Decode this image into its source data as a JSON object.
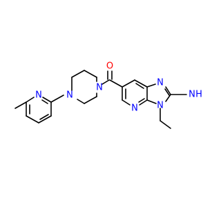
{
  "molecule": {
    "atoms": {
      "O": {
        "text": "O",
        "color": "#ff0000"
      },
      "N_pip1": {
        "text": "N",
        "color": "#0000ff"
      },
      "N_pip2": {
        "text": "N",
        "color": "#0000ff"
      },
      "N_pyr": {
        "text": "N",
        "color": "#0000ff"
      },
      "N_im1": {
        "text": "N",
        "color": "#0000ff"
      },
      "N_im3": {
        "text": "N",
        "color": "#0000ff"
      },
      "N_pyr2": {
        "text": "N",
        "color": "#0000ff"
      },
      "NH2_H": {
        "text": "H",
        "color": "#0000ff"
      },
      "NH2_N": {
        "text": "N",
        "color": "#0000ff"
      }
    }
  }
}
